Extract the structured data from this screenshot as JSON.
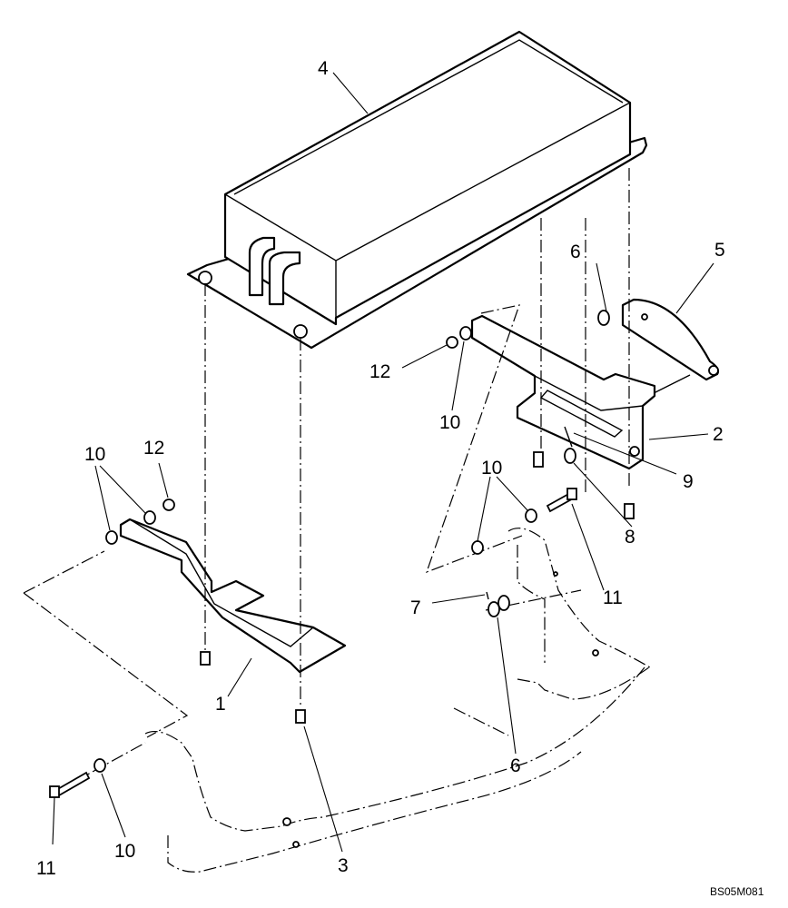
{
  "callouts": {
    "c1": "1",
    "c2": "2",
    "c3": "3",
    "c4": "4",
    "c5": "5",
    "c6a": "6",
    "c6b": "6",
    "c7": "7",
    "c8": "8",
    "c9": "9",
    "c10a": "10",
    "c10b": "10",
    "c10c": "10",
    "c10d": "10",
    "c11a": "11",
    "c11b": "11",
    "c12a": "12",
    "c12b": "12"
  },
  "reference_code": "BS05M081"
}
